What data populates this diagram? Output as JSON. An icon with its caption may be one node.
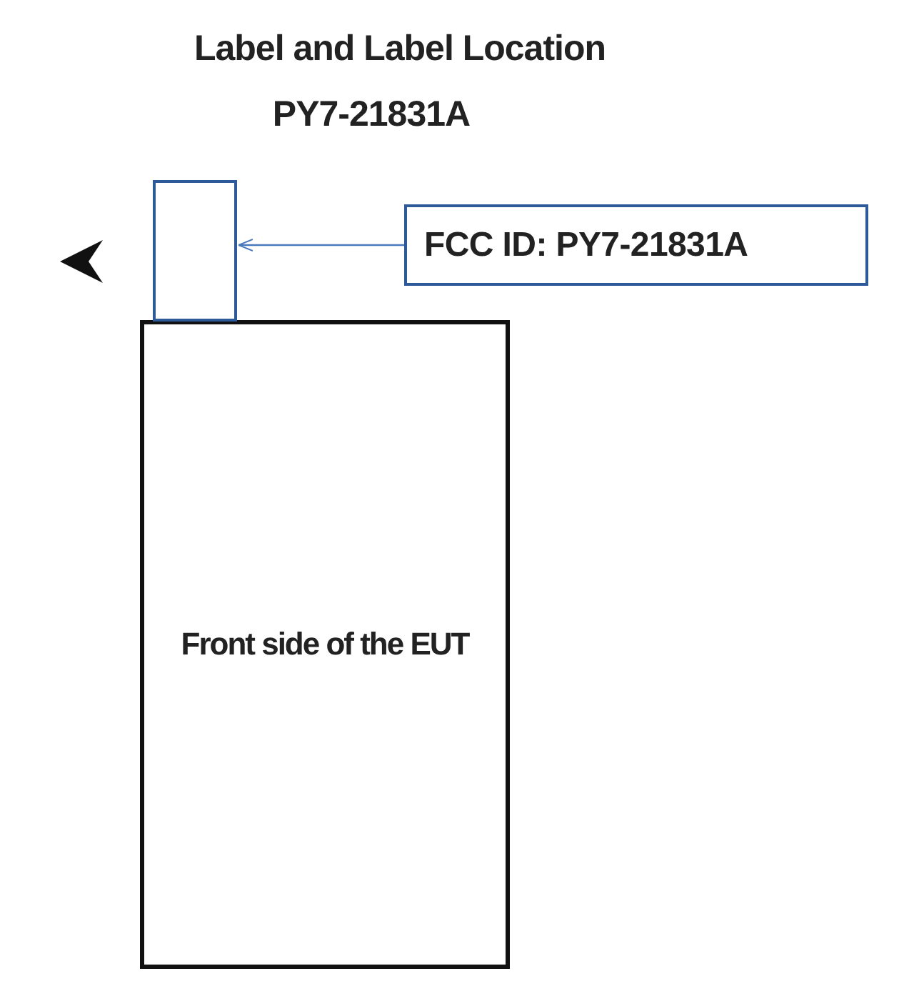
{
  "diagram": {
    "title": "Label and Label Location",
    "nodes": [
      {
        "text": [],
        "shape": "box"
      },
      {
        "text": [
          "FCC ID: PY7-21831A"
        ]
      },
      {
        "text": [
          "Front side of the EUT"
        ]
      }
    ],
    "edges": [
      {
        "from": 1,
        "to": 0,
        "arrow": "to",
        "color": "#4a78bd"
      }
    ],
    "labels": [
      "PY7-21831A"
    ]
  }
}
